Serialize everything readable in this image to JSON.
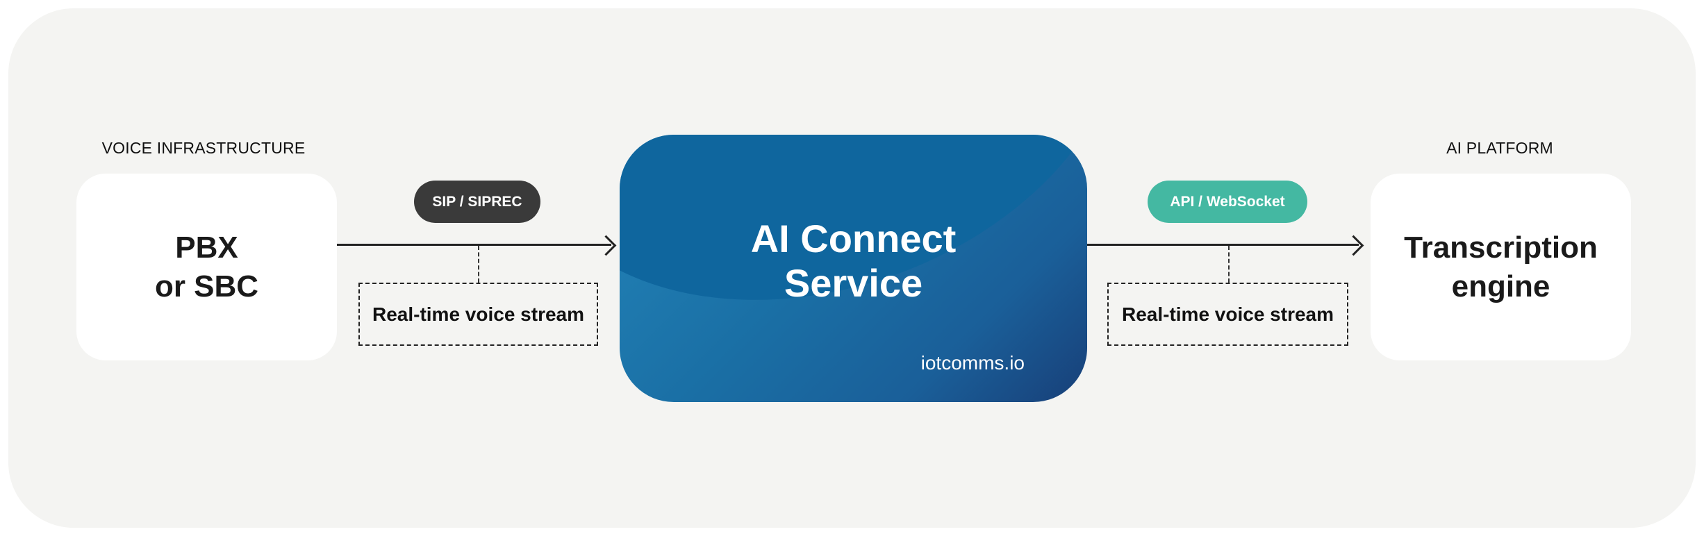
{
  "left": {
    "caption": "VOICE INFRASTRUCTURE",
    "node_line1": "PBX",
    "node_line2": "or SBC"
  },
  "left_link": {
    "protocol": "SIP / SIPREC",
    "stream_label": "Real-time voice stream"
  },
  "center": {
    "title_line1": "AI Connect",
    "title_line2": "Service",
    "brand": "iotcomms.io"
  },
  "right_link": {
    "protocol": "API / WebSocket",
    "stream_label": "Real-time voice stream"
  },
  "right": {
    "caption": "AI PLATFORM",
    "node_line1": "Transcription",
    "node_line2": "engine"
  },
  "colors": {
    "background": "#f4f4f2",
    "sip_pill": "#3a3a3a",
    "api_pill": "#44b8a2",
    "card": "#1a6fa5"
  }
}
